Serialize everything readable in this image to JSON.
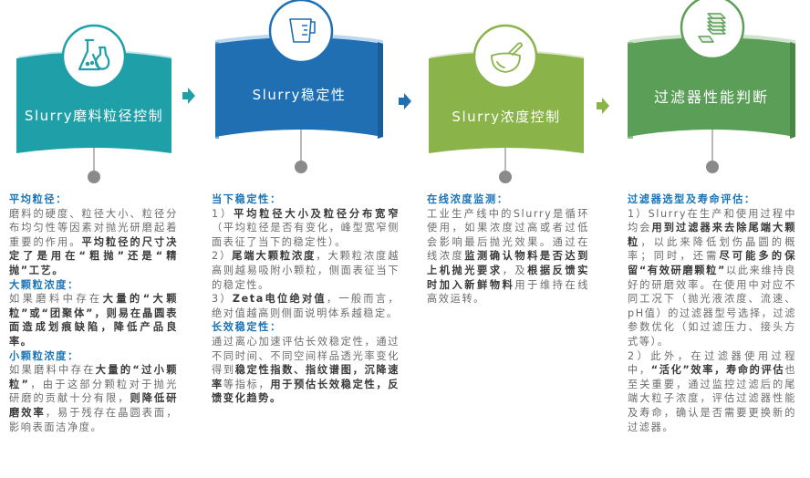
{
  "colors": {
    "teal": "#1fa0a8",
    "blue": "#1f6fb2",
    "lime": "#8ab34a",
    "green": "#5b9e57",
    "heading": "#1a74b8",
    "body_text": "#6b6b6b",
    "bold_text": "#3a3a3a",
    "connector": "#8a8a8a"
  },
  "steps": [
    {
      "title": "Slurry磨料粒径控制",
      "icon": "flask-icon"
    },
    {
      "title": "Slurry稳定性",
      "icon": "measuring-cup-icon"
    },
    {
      "title": "Slurry浓度控制",
      "icon": "mortar-pestle-icon"
    },
    {
      "title": "过滤器性能判断",
      "icon": "filter-stack-icon"
    }
  ],
  "arrows": [
    "arrow-right-icon",
    "arrow-right-icon",
    "arrow-right-icon"
  ],
  "col1": {
    "h1": "平均粒径：",
    "p1a": "磨料的硬度、粒径大小、粒径分布均匀性等因素对抛光研磨起着重要的作用。",
    "p1b": "平均粒径的尺寸决定了是用在“粗抛”还是“精抛”工艺。",
    "h2": "大颗粒浓度：",
    "p2a": "如果磨料中存在",
    "p2b": "大量的“大颗粒”或“团聚体”，则易在晶圆表面造成划痕缺陷，降低产品良率。",
    "h3": "小颗粒浓度：",
    "p3a": "如果磨料中存在",
    "p3b": "大量的“过小颗粒”",
    "p3c": "，由于这部分颗粒对于抛光研磨的贡献十分有限，",
    "p3d": "则降低研磨效率",
    "p3e": "，易于残存在晶圆表面，影响表面洁净度。"
  },
  "col2": {
    "h1": "当下稳定性：",
    "p1a": "1）",
    "p1b": "平均粒径大小及粒径分布宽窄",
    "p1c": "（平均粒径是否有变化，峰型宽窄侧面表征了当下的稳定性）。",
    "p2a": "2）",
    "p2b": "尾端大颗粒浓度",
    "p2c": "，大颗粒浓度越高则越易吸附小颗粒，侧面表征当下的稳定性。",
    "p3a": "3）",
    "p3b": "Zeta电位绝对值",
    "p3c": "，一般而言，绝对值越高则侧面说明体系越稳定。",
    "h2": "长效稳定性：",
    "p4a": "通过离心加速评估长效稳定性，通过不同时间、不同空间样品透光率变化得到",
    "p4b": "稳定性指数、指纹谱图，沉降速率",
    "p4c": "等指标，",
    "p4d": "用于预估长效稳定性，反馈变化趋势。"
  },
  "col3": {
    "h1": "在线浓度监测：",
    "p1a": "工业生产线中的Slurry是循环使用，如果浓度过高或者过低会影响最后抛光效果。通过在线浓度",
    "p1b": "监测确认物料是否达到上机抛光要求",
    "p1c": "，及",
    "p1d": "根据反馈实时加入新鲜物料",
    "p1e": "用于维持在线高效运转。"
  },
  "col4": {
    "h1": "过滤器选型及寿命评估：",
    "p1a": "1）Slurry在生产和使用过程中均会",
    "p1b": "用到过滤器来去除尾端大颗粒",
    "p1c": "，以此来降低划伤晶圆的概率；同时，还需",
    "p1d": "尽可能多的保留“有效研磨颗粒”",
    "p1e": "以此来维持良好的研磨效率。在使用中对应不同工况下（抛光液浓度、流速、pH值）的过滤器型号选择，过滤参数优化（如过滤压力、接头方式等）。",
    "p2a": "2）此外，在过滤器使用过程中，",
    "p2b": "“活化”效率，寿命的评估",
    "p2c": "也至关重要，通过监控过滤后的尾端大粒子浓度，评估过滤器性能及寿命，确认是否需要更换新的过滤器。"
  }
}
